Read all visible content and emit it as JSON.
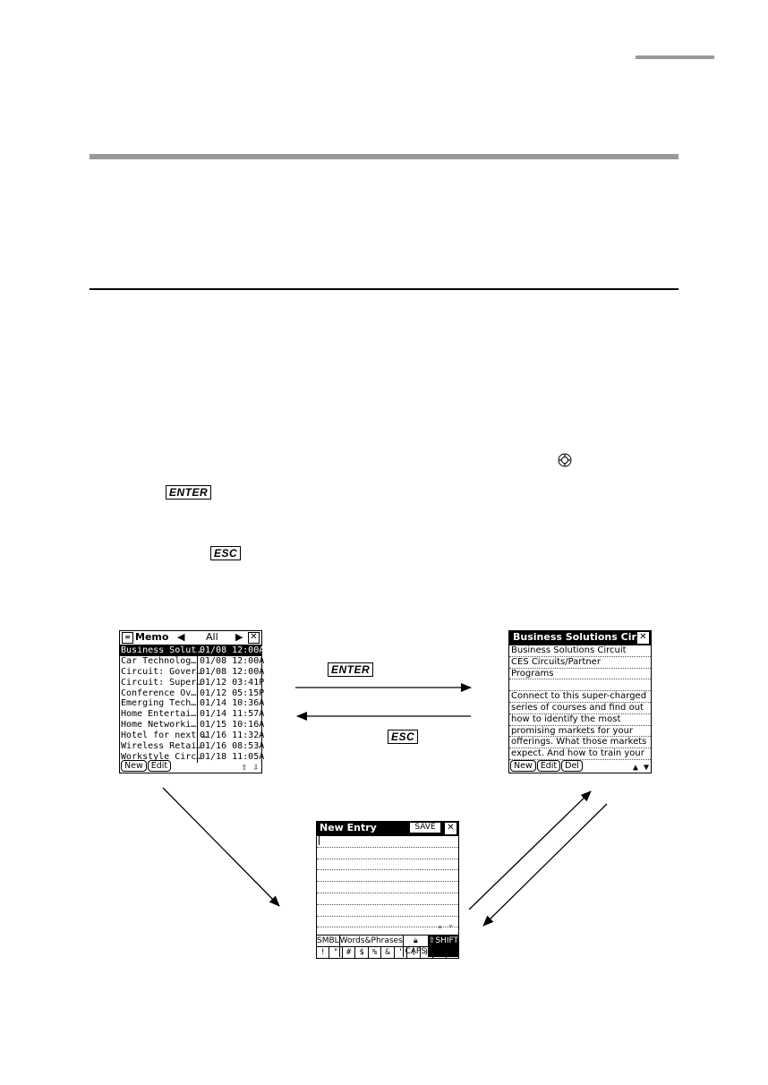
{
  "keys": {
    "enter": "ENTER",
    "esc": "ESC"
  },
  "memo_list": {
    "title": "Memo",
    "filter": "All",
    "rows": [
      {
        "title": "Business Solut…",
        "date": "01/08 12:00A",
        "selected": true
      },
      {
        "title": "Car Technolog…",
        "date": "01/08 12:00A"
      },
      {
        "title": "Circuit: Gover…",
        "date": "01/08 12:00A"
      },
      {
        "title": "Circuit: Super…",
        "date": "01/12 03:41P"
      },
      {
        "title": "Conference Ov…",
        "date": "01/12 05:15P"
      },
      {
        "title": "Emerging Tech…",
        "date": "01/14 10:36A"
      },
      {
        "title": "Home Entertai…",
        "date": "01/14 11:57A"
      },
      {
        "title": "Home Networki…",
        "date": "01/15 10:16A"
      },
      {
        "title": "Hotel for next …",
        "date": "01/16 11:32A"
      },
      {
        "title": "Wireless Retai…",
        "date": "01/16 08:53A"
      },
      {
        "title": "Workstyle Circ…",
        "date": "01/18 11:05A"
      }
    ],
    "buttons": [
      "New",
      "Edit"
    ]
  },
  "memo_detail": {
    "title": "Business Solutions Cir…",
    "lines": [
      "Business Solutions Circuit",
      "CES Circuits/Partner",
      "Programs",
      "",
      "Connect to this super-charged",
      "series of courses and find out",
      "how to identify the most",
      "promising markets for your",
      "offerings.  What those markets",
      "expect. And how to train your"
    ],
    "buttons": [
      "New",
      "Edit",
      "Del"
    ]
  },
  "new_entry": {
    "title": "New Entry",
    "save_label": "SAVE",
    "tabs": [
      "SMBL",
      "Words&Phrases",
      "CAPS",
      "SHIFT"
    ],
    "symbols": [
      "!",
      "\"",
      "#",
      "$",
      "%",
      "&",
      "'",
      "(",
      ")",
      "*",
      "?"
    ]
  }
}
